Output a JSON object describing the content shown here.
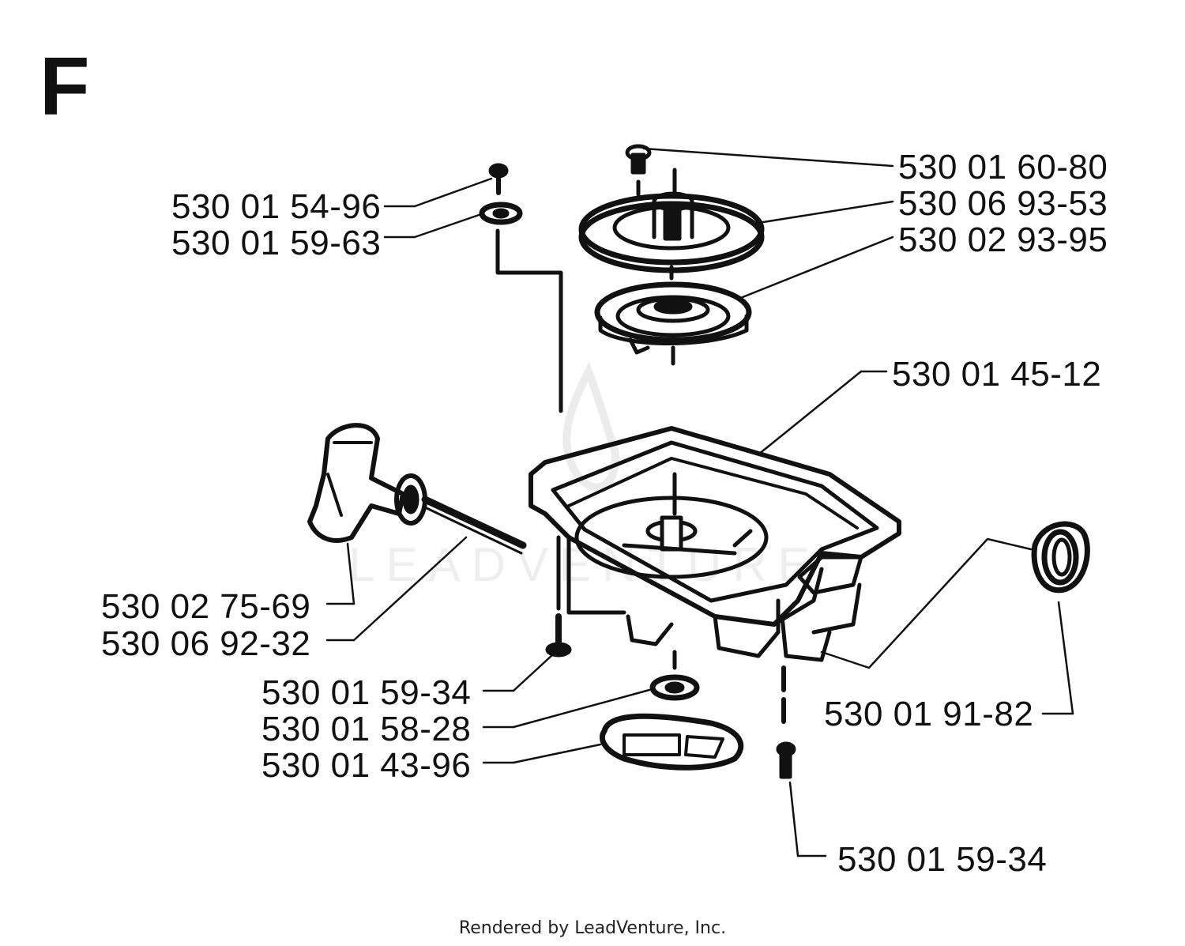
{
  "section_letter": "F",
  "part_numbers": [
    "530 01 60-80",
    "530 06 93-53",
    "530 02 93-95",
    "530 01 54-96",
    "530 01 59-63",
    "530 01 45-12",
    "530 02 75-69",
    "530 06 92-32",
    "530 01 59-34",
    "530 01 58-28",
    "530 01 43-96",
    "530 01 91-82",
    "530 01 59-34"
  ],
  "footer": "Rendered by LeadVenture, Inc.",
  "watermark": "LEADVENTURE",
  "colors": {
    "ink": "#111111",
    "background": "#ffffff",
    "watermark": "#ececec"
  }
}
